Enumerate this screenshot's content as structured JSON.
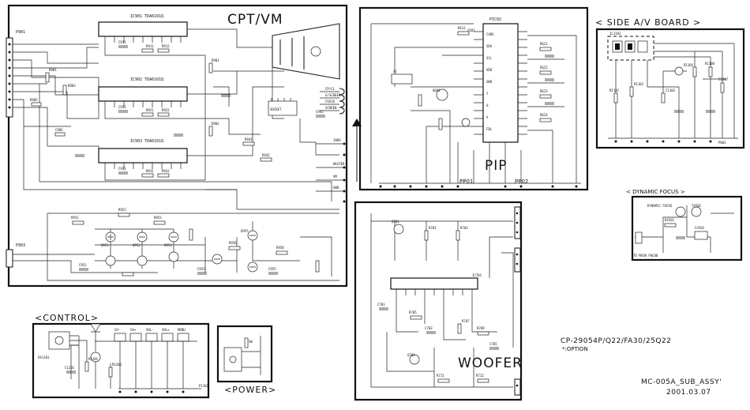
{
  "sections": {
    "cpt_vm": {
      "title": "CPT/VM"
    },
    "pip": {
      "title": "PIP",
      "ic_label": "PIC02",
      "connector_left": "PP01",
      "connector_right": "PP02"
    },
    "side_av": {
      "title": "< SIDE A/V BOARD >",
      "connector": "P001"
    },
    "dynamic_focus": {
      "title": "< DYNAMIC FOCUS >",
      "note": "TO MAIN FWC08"
    },
    "woofer": {
      "title": "WOOFER"
    },
    "control": {
      "title": "<CONTROL>",
      "connector_a": "PA1101",
      "connector_b": "P1101"
    },
    "power": {
      "title": "<POWER>"
    }
  },
  "notes": {
    "model": "CP-29054P/Q22/FA30/25Q22",
    "option": "*:OPTION",
    "assy": "MC-005A_SUB_ASSY'",
    "date": "2001.03.07"
  },
  "ic_labels": {
    "cpt_ic1": "IC901 TDA6101Q",
    "cpt_ic2": "IC902 TDA6101Q",
    "cpt_ic3": "IC903 TDA6101Q",
    "cpt_in": "P901",
    "vm_in": "P903",
    "woofer_ic": "IC701",
    "side_ic": "IL1101"
  }
}
